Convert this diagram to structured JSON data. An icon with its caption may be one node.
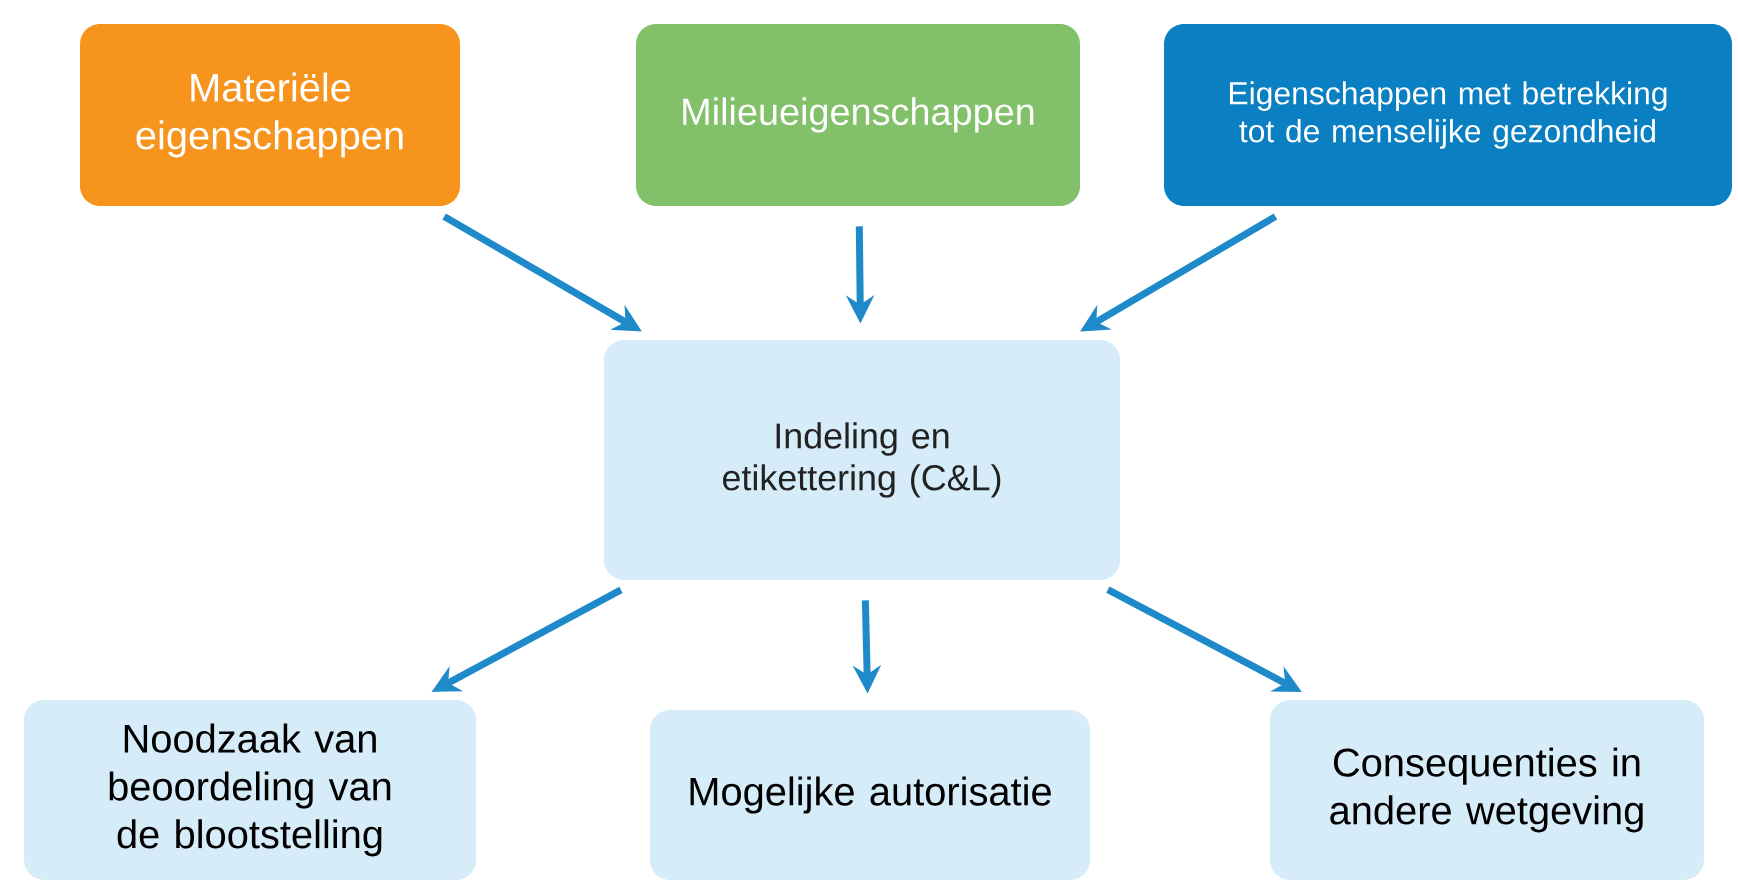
{
  "diagram": {
    "nodes": [
      {
        "text": [
          "Materiële eigenschappen"
        ]
      },
      {
        "text": [
          "Milieueigenschappen"
        ]
      },
      {
        "text": [
          "Eigenschappen met betrekking tot de menselijke gezondheid"
        ]
      },
      {
        "text": [
          "Indeling en etikettering (C&L)"
        ]
      },
      {
        "text": [
          "Noodzaak van beoordeling van de blootstelling"
        ]
      },
      {
        "text": [
          "Mogelijke autorisatie"
        ]
      },
      {
        "text": [
          "Consequenties in andere wetgeving"
        ]
      }
    ],
    "edges": [
      {
        "from": 0,
        "to": 3,
        "arrow": "to"
      },
      {
        "from": 1,
        "to": 3,
        "arrow": "to"
      },
      {
        "from": 2,
        "to": 3,
        "arrow": "to"
      },
      {
        "from": 3,
        "to": 4,
        "arrow": "to"
      },
      {
        "from": 3,
        "to": 5,
        "arrow": "to"
      },
      {
        "from": 3,
        "to": 6,
        "arrow": "to"
      }
    ]
  }
}
